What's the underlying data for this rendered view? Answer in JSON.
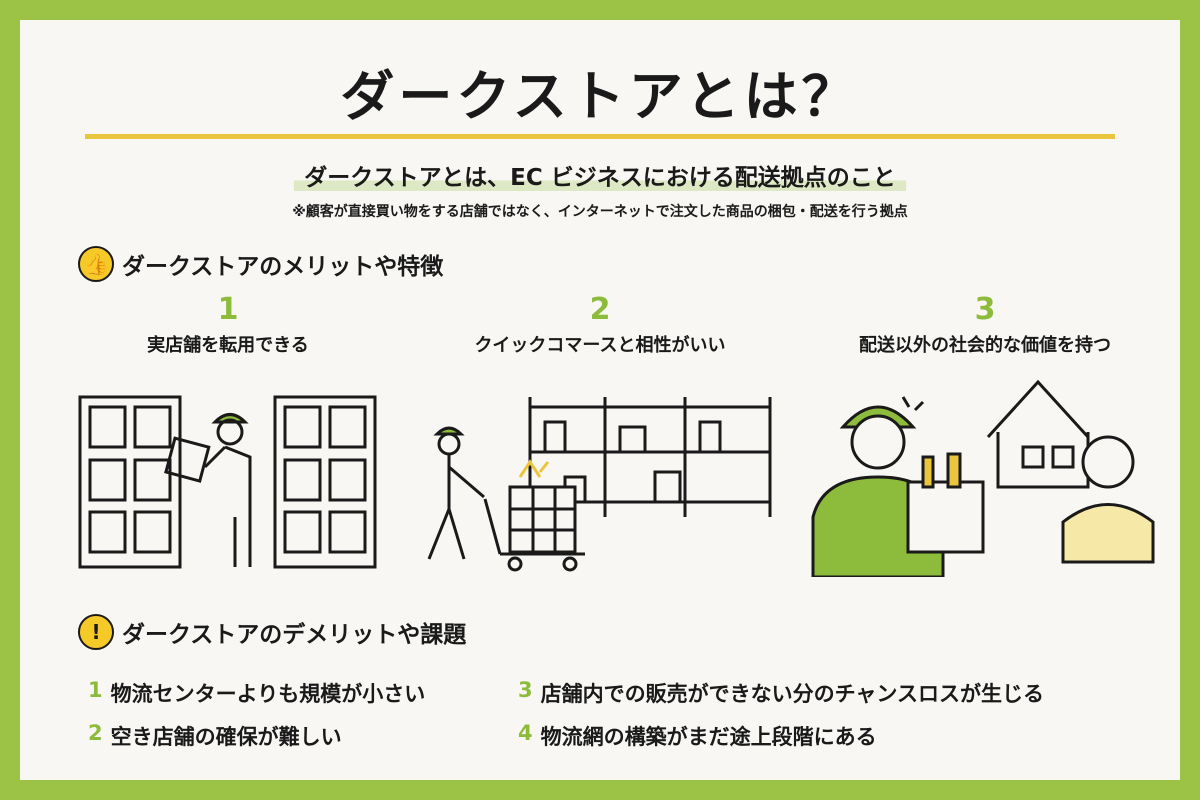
{
  "title": "ダークストアとは？",
  "subtitle": "ダークストアとは、EC ビジネスにおける配送拠点のこと",
  "note": "※顧客が直接買い物をする店舗ではなく、インターネットで注文した商品の梱包・配送を行う拠点",
  "merits": {
    "heading": "ダークストアのメリットや特徴",
    "items": [
      {
        "num": "1",
        "label": "実店舗を転用できる"
      },
      {
        "num": "2",
        "label": "クイックコマースと相性がいい"
      },
      {
        "num": "3",
        "label": "配送以外の社会的な価値を持つ"
      }
    ]
  },
  "demerits": {
    "heading": "ダークストアのデメリットや課題",
    "badge": "!",
    "items": [
      {
        "num": "1",
        "label": "物流センターよりも規模が小さい"
      },
      {
        "num": "2",
        "label": "空き店舗の確保が難しい"
      },
      {
        "num": "3",
        "label": "店舗内での販売ができない分のチャンスロスが生じる"
      },
      {
        "num": "4",
        "label": "物流網の構築がまだ途上段階にある"
      }
    ]
  },
  "colors": {
    "green": "#9cc345",
    "yellow": "#e9c63d",
    "accent": "#8dbb3b"
  }
}
